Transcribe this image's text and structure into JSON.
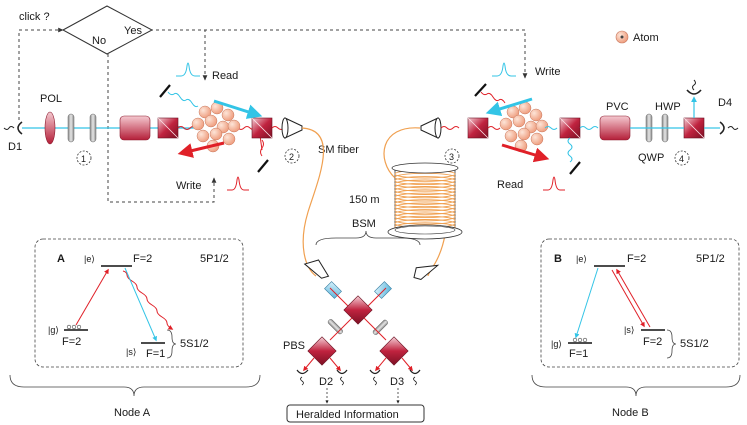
{
  "decision": {
    "question": "click ?",
    "yes": "Yes",
    "no": "No"
  },
  "legend": {
    "atom": "Atom"
  },
  "pulses": {
    "read_left": "Read",
    "write_left": "Write",
    "write_right": "Write",
    "read_right": "Read"
  },
  "labels": {
    "pol": "POL",
    "d1": "D1",
    "sm_fiber": "SM fiber",
    "fiber_length": "150 m",
    "pvc": "PVC",
    "hwp": "HWP",
    "qwp": "QWP",
    "d4": "D4",
    "bsm": "BSM",
    "pbs": "PBS",
    "d2": "D2",
    "d3": "D3",
    "heralded": "Heralded Information"
  },
  "markers": {
    "m1": "1",
    "m2": "2",
    "m3": "3",
    "m4": "4"
  },
  "inset_a": {
    "letter": "A",
    "excited": "|e⟩",
    "ground_g": "|g⟩",
    "ground_s": "|s⟩",
    "f_excited": "F=2",
    "f_g": "F=2",
    "f_s": "F=1",
    "upper_state": "5P1/2",
    "lower_state": "5S1/2"
  },
  "inset_b": {
    "letter": "B",
    "excited": "|e⟩",
    "ground_g": "|g⟩",
    "ground_s": "|s⟩",
    "f_excited": "F=2",
    "f_g": "F=1",
    "f_s": "F=2",
    "upper_state": "5P1/2",
    "lower_state": "5S1/2"
  },
  "nodes": {
    "a": "Node A",
    "b": "Node B"
  },
  "colors": {
    "cube": "#b5203a",
    "cube_light": "#f2c5cc",
    "cyan": "#33c4e6",
    "red": "#e02028",
    "fiber": "#f0a050",
    "atom": "#f4b094"
  }
}
